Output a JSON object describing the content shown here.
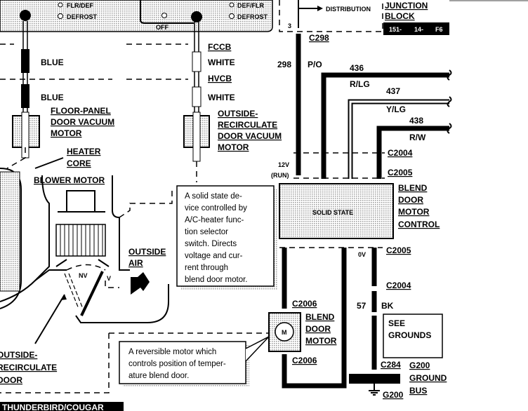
{
  "switch_panel": {
    "left_positions": [
      "FLR/DEF",
      "DEFROST"
    ],
    "center_position": "OFF",
    "right_positions": [
      "DEF/FLR",
      "DEFROST"
    ]
  },
  "junction_block": {
    "distribution_label": "DISTRIBUTION",
    "pin": "3",
    "title_lines": [
      "JUNCTION",
      "BLOCK"
    ],
    "page_ref": [
      "151-",
      "14-",
      "F6"
    ]
  },
  "vacuum_left": {
    "hose_colors": [
      "BLUE",
      "BLUE"
    ],
    "motor_label": [
      "FLOOR-PANEL",
      "DOOR VACUUM",
      "MOTOR"
    ]
  },
  "vacuum_right": {
    "hose_labels": [
      "FCCB",
      "WHITE",
      "HVCB",
      "WHITE"
    ],
    "motor_label": [
      "OUTSIDE-",
      "RECIRCULATE",
      "DOOR VACUUM",
      "MOTOR"
    ]
  },
  "heater_core_label": [
    "HEATER",
    "CORE"
  ],
  "blower_motor_label": "BLOWER MOTOR",
  "door_positions": {
    "nv": "NV",
    "v": "V"
  },
  "outside_air_label": [
    "OUTSIDE",
    "AIR"
  ],
  "recirc_door_label": [
    "OUTSIDE-",
    "RECIRCULATE",
    "DOOR"
  ],
  "wires": {
    "w298": {
      "circuit": "298",
      "color": "P/O",
      "connector": "C298",
      "voltage": "12V",
      "state": "(RUN)"
    },
    "w436": {
      "circuit": "436",
      "color": "R/LG"
    },
    "w437": {
      "circuit": "437",
      "color": "Y/LG"
    },
    "w438": {
      "circuit": "438",
      "color": "R/W"
    },
    "w57": {
      "circuit": "57",
      "color": "BK",
      "voltage": "0V"
    }
  },
  "connectors": {
    "c2004": "C2004",
    "c2005": "C2005",
    "c2006": "C2006",
    "c284": "C284",
    "g200": "G200"
  },
  "solid_state": {
    "box_label": "SOLID STATE",
    "title_lines": [
      "BLEND",
      "DOOR",
      "MOTOR",
      "CONTROL"
    ]
  },
  "blend_motor": {
    "symbol": "M",
    "title_lines": [
      "BLEND",
      "DOOR",
      "MOTOR"
    ]
  },
  "see_grounds": [
    "SEE",
    "GROUNDS"
  ],
  "ground_bus": [
    "G200",
    "GROUND",
    "BUS"
  ],
  "note_solid_state": [
    "A solid state de-",
    "vice controlled by",
    "A/C-heater func-",
    "tion selector",
    "switch. Directs",
    "voltage and cur-",
    "rent through",
    "blend door motor."
  ],
  "note_motor": [
    "A reversible motor which",
    "controls position of temper-",
    "ature blend door."
  ],
  "footer": "THUNDERBIRD/COUGAR"
}
